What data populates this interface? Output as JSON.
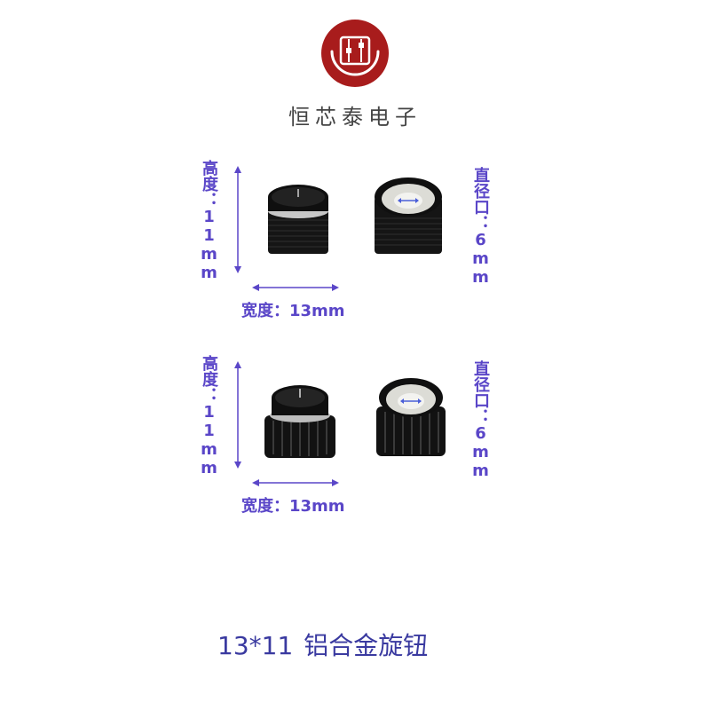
{
  "brand": {
    "name": "恒芯泰电子"
  },
  "rows": [
    {
      "height_label": "高度：11mm",
      "width_label": "宽度：13mm",
      "diameter_label": "直径口：6mm"
    },
    {
      "height_label": "高度：11mm",
      "width_label": "宽度：13mm",
      "diameter_label": "直径口：6mm"
    }
  ],
  "caption": {
    "size": "13*11",
    "title": "铝合金旋钮"
  },
  "colors": {
    "logo_red": "#a81c1c",
    "annotation_purple": "#5a46c8",
    "caption_blue": "#3a3aa0"
  }
}
